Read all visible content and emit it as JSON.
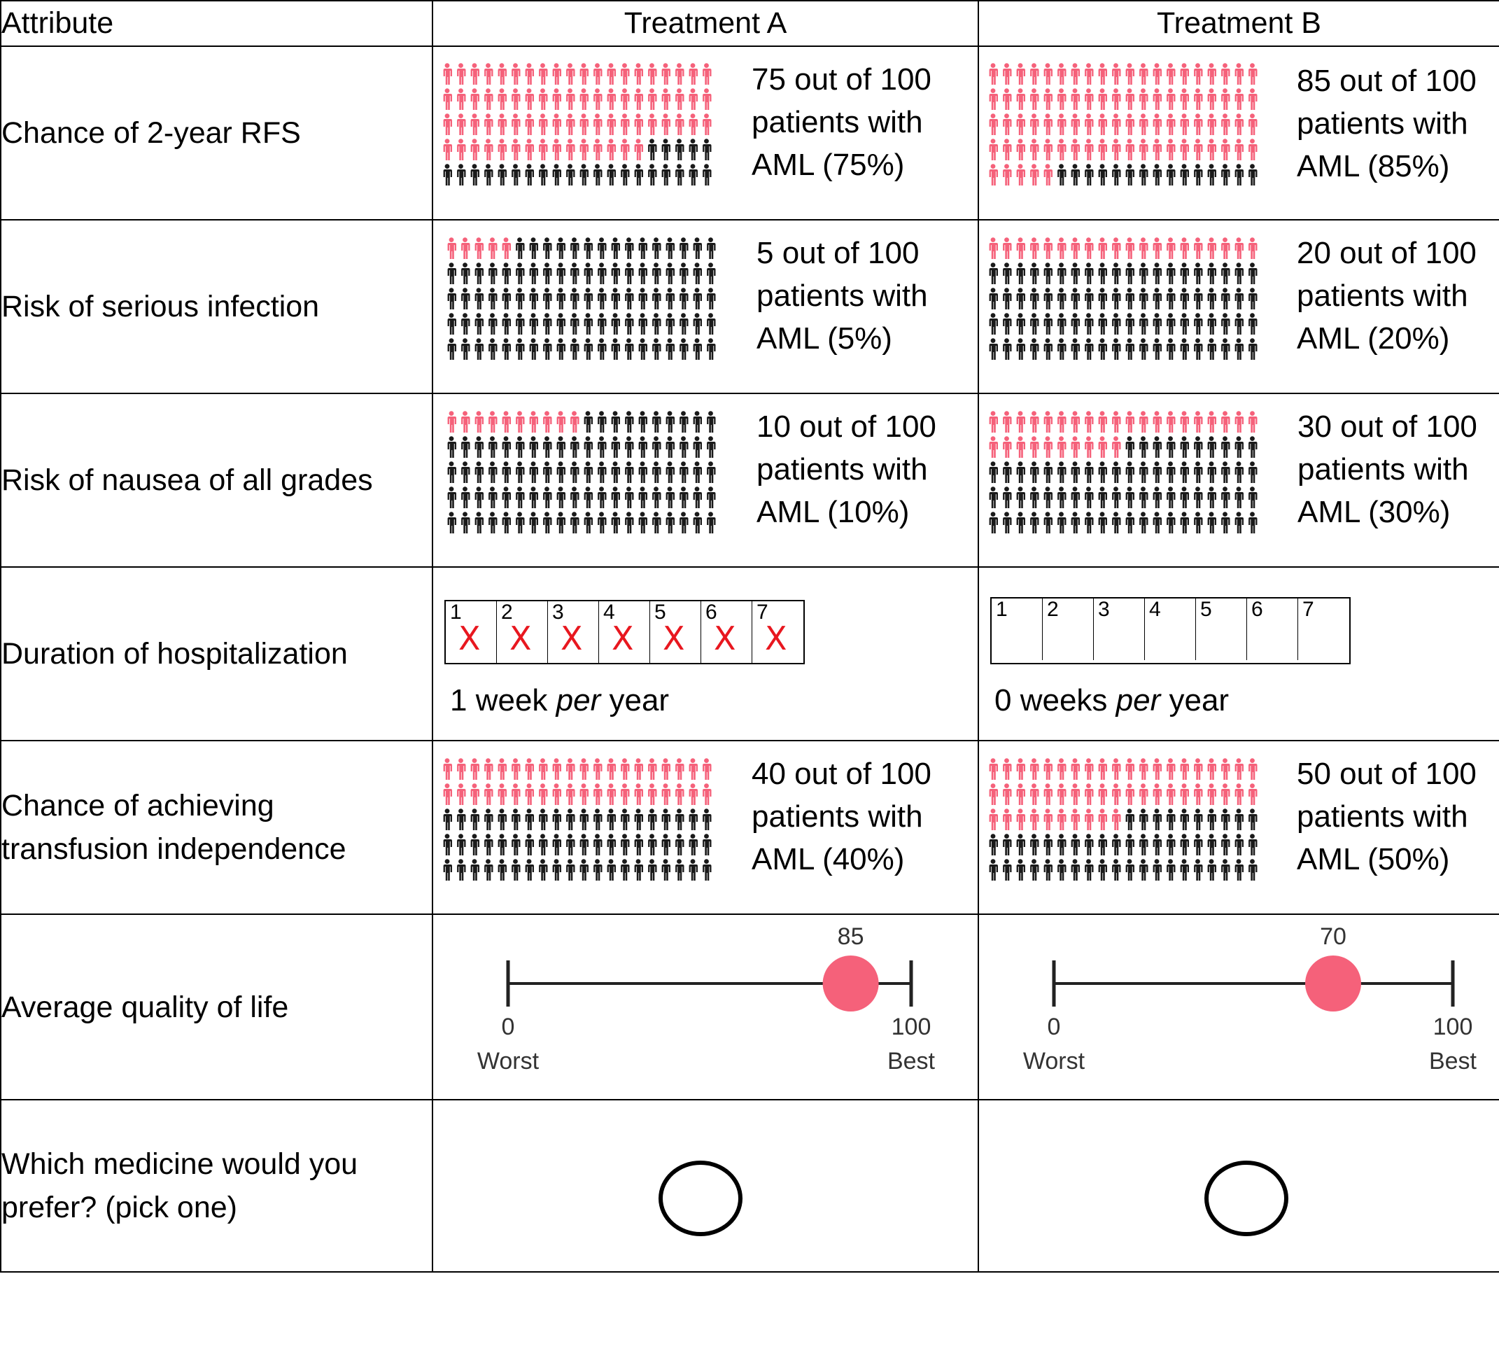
{
  "header": {
    "attribute": "Attribute",
    "treatment_a": "Treatment A",
    "treatment_b": "Treatment B"
  },
  "colors": {
    "highlight": "#f5617a",
    "base": "#1a1a1a",
    "x_mark": "#e8171f",
    "qol_dot": "#f5617a"
  },
  "rows": {
    "rfs": {
      "label": "Chance of 2-year RFS",
      "a": {
        "count": 75,
        "total": 100,
        "line1": "75 out of 100",
        "line2": "patients with",
        "line3": "AML (75%)"
      },
      "b": {
        "count": 85,
        "total": 100,
        "line1": "85 out of 100",
        "line2": "patients with",
        "line3": "AML (85%)"
      }
    },
    "infection": {
      "label": "Risk of serious infection",
      "a": {
        "count": 5,
        "total": 100,
        "line1": "5 out of 100",
        "line2": "patients with",
        "line3": "AML (5%)"
      },
      "b": {
        "count": 20,
        "total": 100,
        "line1": "20 out of 100",
        "line2": "patients with",
        "line3": "AML (20%)"
      }
    },
    "nausea": {
      "label": "Risk of nausea of all grades",
      "a": {
        "count": 10,
        "total": 100,
        "line1": "10 out of 100",
        "line2": "patients with",
        "line3": "AML (10%)"
      },
      "b": {
        "count": 30,
        "total": 100,
        "line1": "30 out of 100",
        "line2": "patients with",
        "line3": "AML (30%)"
      }
    },
    "hospitalization": {
      "label": "Duration of hospitalization",
      "days": [
        "1",
        "2",
        "3",
        "4",
        "5",
        "6",
        "7"
      ],
      "x_mark": "X",
      "a": {
        "marked_days": 7,
        "value": "1 week",
        "per": "per",
        "unit": "year"
      },
      "b": {
        "marked_days": 0,
        "value": "0 weeks",
        "per": "per",
        "unit": "year"
      }
    },
    "transfusion": {
      "label_line1": "Chance of achieving",
      "label_line2": "transfusion independence",
      "a": {
        "count": 40,
        "total": 100,
        "line1": "40 out of 100",
        "line2": "patients with",
        "line3": "AML (40%)"
      },
      "b": {
        "count": 50,
        "total": 100,
        "line1": "50 out of 100",
        "line2": "patients with",
        "line3": "AML (50%)"
      }
    },
    "qol": {
      "label": "Average quality of life",
      "scale_min": "0",
      "scale_max": "100",
      "min_label": "Worst",
      "max_label": "Best",
      "a": {
        "value": 85,
        "value_label": "85"
      },
      "b": {
        "value": 70,
        "value_label": "70"
      }
    },
    "choice": {
      "label_line1": "Which medicine would you",
      "label_line2": "prefer? (pick one)"
    }
  }
}
